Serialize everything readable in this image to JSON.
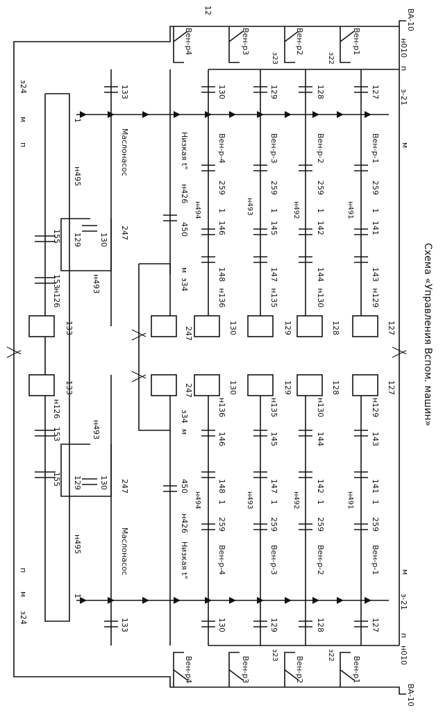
{
  "page_number": "12",
  "title": "Схема «Управления Вспом. машин»",
  "top_labels": {
    "supply": "ВА-10",
    "wire_010": "н010",
    "p": "п",
    "m": "м",
    "z21": "з-21",
    "z24": "з24"
  },
  "bottom_labels": {
    "supply": "ВА-10",
    "wire_010": "н010",
    "p": "п",
    "m": "м",
    "z21": "з-21",
    "z24": "з24"
  },
  "switches": [
    "Вен-р1",
    "Вен-р2",
    "Вен-р3",
    "Вен-р4"
  ],
  "switch_markers": [
    "з22",
    "з23"
  ],
  "contacts_top": [
    "127",
    "128",
    "129",
    "130",
    "133"
  ],
  "rows": [
    {
      "name": "Вен-р-1",
      "wire": "н491",
      "c1": "259",
      "c2": "1",
      "c3": "141",
      "c4": "143",
      "out": "н129",
      "coil": "127"
    },
    {
      "name": "Вен-р-2",
      "wire": "н492",
      "c1": "259",
      "c2": "1",
      "c3": "142",
      "c4": "144",
      "out": "н130",
      "coil": "128"
    },
    {
      "name": "Вен-р-3",
      "wire": "н493",
      "c1": "259",
      "c2": "1",
      "c3": "145",
      "c4": "147",
      "out": "н135",
      "coil": "129"
    },
    {
      "name": "Вен-р-4",
      "wire": "н494",
      "c1": "259",
      "c2": "1",
      "c3": "146",
      "c4": "148",
      "out": "н136",
      "coil": "130"
    }
  ],
  "low_temp_row": {
    "name": "Низкая t°",
    "wire": "н426",
    "c1": "450",
    "c2": "м",
    "c3": "з34",
    "coil": "247"
  },
  "oil_pump_row": {
    "name": "Маслонасос",
    "wire_left": "н495",
    "c1": "247",
    "c2": "130",
    "c3": "129",
    "c4": "155",
    "c5": "153",
    "out": "н126",
    "coil": "133",
    "n493": "н493",
    "one": "1"
  },
  "right_half_rows": [
    {
      "name": "Вен-р-1",
      "wire": "н491",
      "c1": "259",
      "c2": "1",
      "c3": "141",
      "c4": "143",
      "out": "н129",
      "coil": "127"
    },
    {
      "name": "Вен-р-2",
      "wire": "н492",
      "c1": "259",
      "c2": "1",
      "c3": "142",
      "c4": "144",
      "out": "н130",
      "coil": "128"
    },
    {
      "name": "Вен-р-3",
      "wire": "н493",
      "c1": "259",
      "c2": "1",
      "c3": "147",
      "c4": "145",
      "out": "н135",
      "coil": "129"
    },
    {
      "name": "Вен-р-4",
      "wire": "н494",
      "c1": "259",
      "c2": "1",
      "c3": "148",
      "c4": "146",
      "out": "н136",
      "coil": "130"
    }
  ],
  "right_low_temp": {
    "name": "Низкая t°",
    "wire": "н426",
    "c1": "450",
    "c2": "м",
    "c3": "з34",
    "coil": "247"
  },
  "right_oil_pump": {
    "name": "Маслонасос",
    "wire": "н495",
    "c1": "247",
    "c2": "130",
    "c3": "129",
    "c4": "155",
    "c5": "153",
    "out": "н126",
    "coil": "133",
    "n493": "н493",
    "one": "1"
  }
}
